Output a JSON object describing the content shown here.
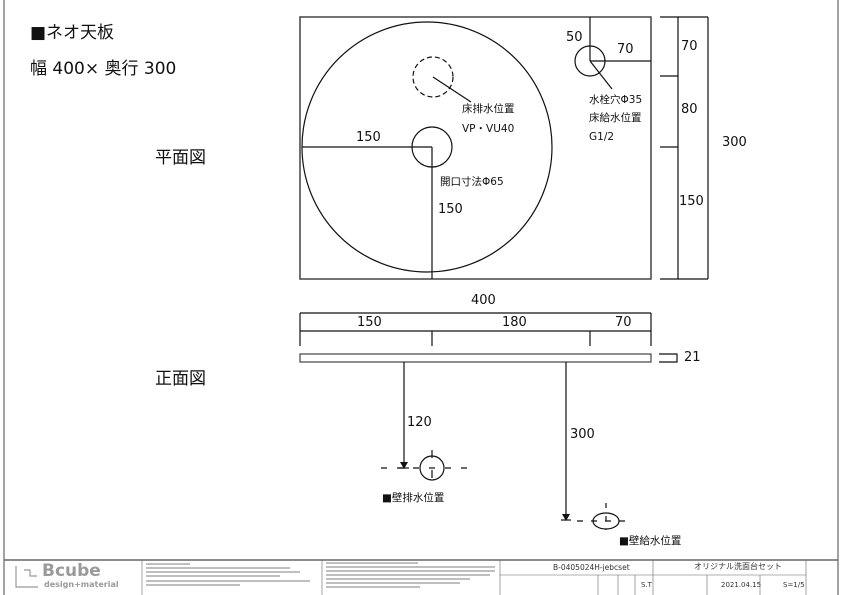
{
  "header": {
    "title": "■ネオ天板",
    "size": "幅 400× 奥行 300"
  },
  "plan_view": {
    "label": "平面図",
    "dims": {
      "left_150": "150",
      "down_150": "150",
      "faucet_50": "50",
      "faucet_70": "70",
      "right_70": "70",
      "right_80": "80",
      "right_150": "150",
      "total_300": "300"
    },
    "notes": {
      "drain_line1": "床排水位置",
      "drain_line2": "VP・VU40",
      "opening": "開口寸法Φ65",
      "faucet_line1": "水栓穴Φ35",
      "faucet_line2": "床給水位置",
      "faucet_line3": "G1/2"
    }
  },
  "front_view": {
    "label": "正面図",
    "dims": {
      "total_400": "400",
      "d150": "150",
      "d180": "180",
      "d70": "70",
      "thickness": "21",
      "drain_height": "120",
      "supply_height": "300"
    },
    "wall_drain_label": "■壁排水位置",
    "wall_supply_label": "■壁給水位置"
  },
  "title_block": {
    "logo_name": "Bcube",
    "logo_tagline": "design+material",
    "drawing_no": "B-0405024H-jebcset",
    "title": "オリジナル洗面台セット",
    "drawn_by": "S.T",
    "date": "2021.04.15",
    "scale": "S=1/5"
  }
}
